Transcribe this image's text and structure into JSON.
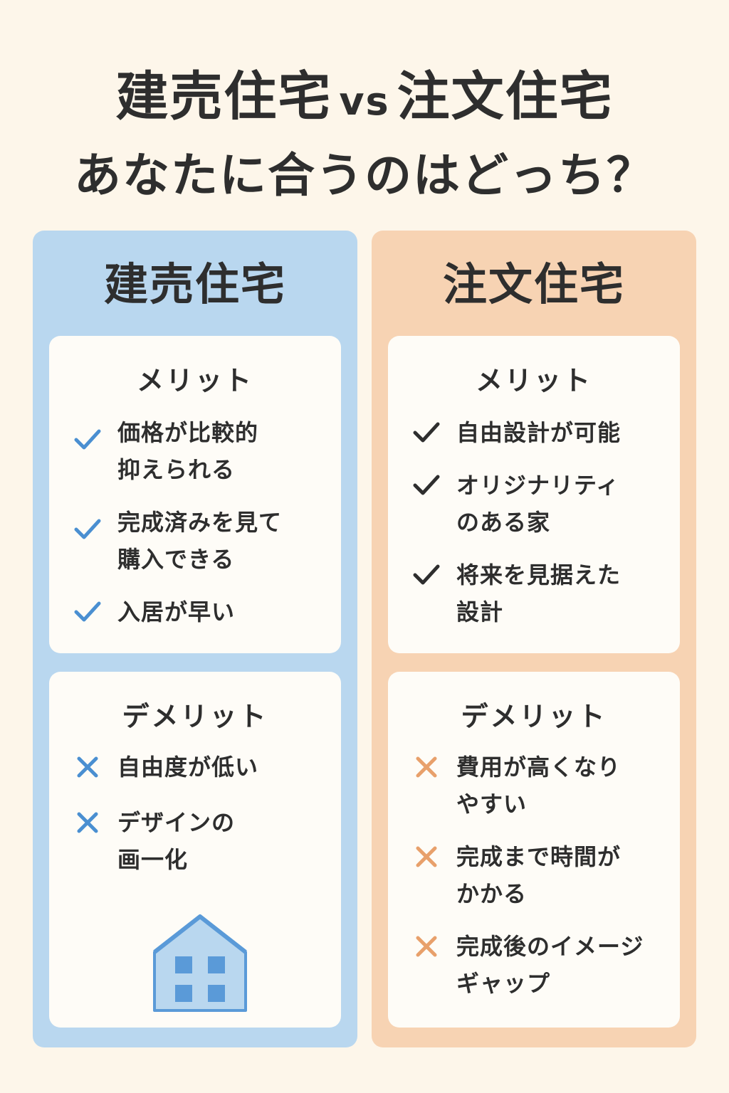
{
  "title": {
    "line1_left": "建売住宅",
    "vs": "vs",
    "line1_right": "注文住宅",
    "line2": "あなたに合うのはどっち？"
  },
  "colors": {
    "background": "#fdf6ea",
    "left_panel": "#b9d7ef",
    "right_panel": "#f7d3b3",
    "card": "#fefcf7",
    "check_blue": "#4a8fd1",
    "check_dark": "#2e2e2e",
    "cross_blue": "#4a8fd1",
    "cross_orange": "#e8a06b"
  },
  "tateuri": {
    "heading": "建売住宅",
    "merit": {
      "heading": "メリット",
      "icon": "check-icon",
      "items": [
        {
          "text": "価格が比較的\n抑えられる"
        },
        {
          "text": "完成済みを見て\n購入できる"
        },
        {
          "text": "入居が早い"
        }
      ]
    },
    "demerit": {
      "heading": "デメリット",
      "icon": "cross-icon",
      "items": [
        {
          "text": "自由度が低い"
        },
        {
          "text": "デザインの\n画一化"
        }
      ]
    },
    "illustration": "house-icon"
  },
  "chumon": {
    "heading": "注文住宅",
    "merit": {
      "heading": "メリット",
      "icon": "check-icon",
      "items": [
        {
          "text": "自由設計が可能"
        },
        {
          "text": "オリジナリティ\nのある家"
        },
        {
          "text": "将来を見据えた\n設計"
        }
      ]
    },
    "demerit": {
      "heading": "デメリット",
      "icon": "cross-icon",
      "items": [
        {
          "text": "費用が高くなり\nやすい"
        },
        {
          "text": "完成まで時間が\nかかる"
        },
        {
          "text": "完成後のイメージ\nギャップ"
        }
      ]
    }
  }
}
